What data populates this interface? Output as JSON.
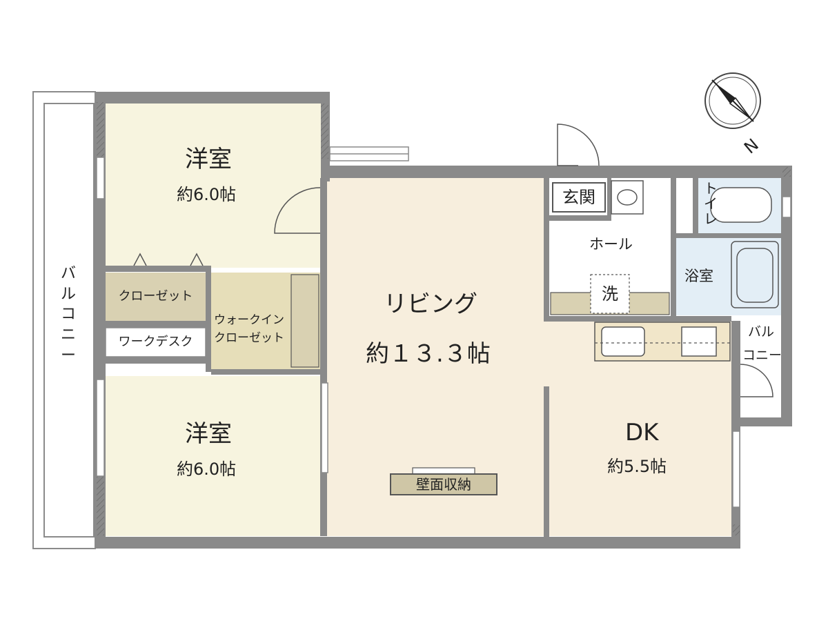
{
  "rooms": {
    "western_top": {
      "name": "洋室",
      "size": "約6.0帖"
    },
    "western_bottom": {
      "name": "洋室",
      "size": "約6.0帖"
    },
    "living": {
      "name": "リビング",
      "size": "約１３.３帖"
    },
    "dk": {
      "name": "DK",
      "size": "約5.5帖"
    },
    "entrance": {
      "name": "玄関"
    },
    "hall": {
      "name": "ホール"
    },
    "bath": {
      "name": "浴室"
    },
    "toilet": {
      "name": "トイレ"
    },
    "washer": {
      "name": "洗"
    },
    "closet": {
      "name": "クローゼット"
    },
    "work_desk": {
      "name": "ワークデスク"
    },
    "walk_in_closet": {
      "line1": "ウォークイン",
      "line2": "クローゼット"
    },
    "wall_storage": {
      "name": "壁面収納"
    },
    "balcony_left": {
      "name": "バルコニー"
    },
    "balcony_right": {
      "line1": "バル",
      "line2": "コニー"
    }
  },
  "compass": {
    "label": "N"
  },
  "colors": {
    "wall": "#8a8a8a",
    "bedroom_floor": "#f7f4df",
    "living_floor": "#f7eedd",
    "wet_area": "#e3eef6",
    "storage": "#d9d1b2",
    "wall_storage": "#cfc6a6"
  }
}
